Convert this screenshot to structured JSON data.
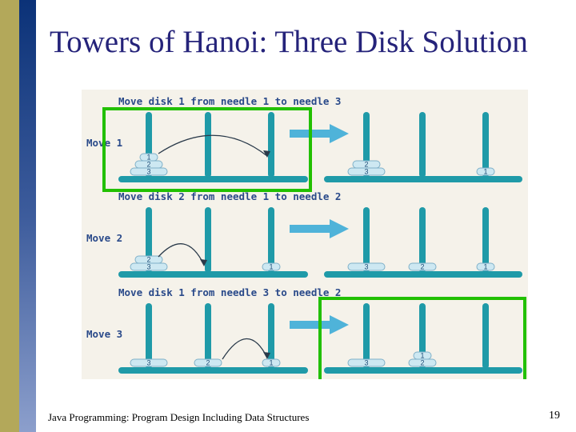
{
  "title": "Towers of Hanoi: Three Disk Solution",
  "footer": "Java Programming: Program Design Including Data Structures",
  "page_number": "19",
  "colors": {
    "accent_title": "#25237a",
    "highlight_box": "#22c000",
    "peg": "#1f9aa8",
    "arrow": "#4fb3d9",
    "disk": "#cde8f2",
    "panel_bg": "#f5f2ea"
  },
  "moves": [
    {
      "caption": "Move disk 1 from needle 1 to needle 3",
      "label": "Move 1",
      "before": [
        [
          3,
          2,
          1
        ],
        [],
        []
      ],
      "after": [
        [
          3,
          2
        ],
        [],
        [
          1
        ]
      ],
      "highlight_before": true,
      "highlight_after": false
    },
    {
      "caption": "Move disk 2 from needle 1 to needle 2",
      "label": "Move 2",
      "before": [
        [
          3,
          2
        ],
        [],
        [
          1
        ]
      ],
      "after": [
        [
          3
        ],
        [
          2
        ],
        [
          1
        ]
      ],
      "highlight_before": false,
      "highlight_after": false
    },
    {
      "caption": "Move disk 1 from needle 3 to needle 2",
      "label": "Move 3",
      "before": [
        [
          3
        ],
        [
          2
        ],
        [
          1
        ]
      ],
      "after": [
        [
          3
        ],
        [
          2,
          1
        ],
        []
      ],
      "highlight_before": false,
      "highlight_after": true
    }
  ]
}
